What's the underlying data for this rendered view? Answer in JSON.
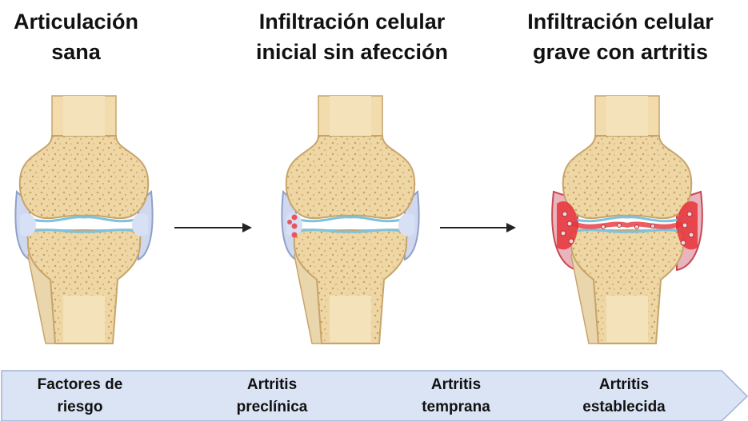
{
  "titles": {
    "healthy": [
      "Articulación",
      "sana"
    ],
    "initial": [
      "Infiltración celular",
      "inicial sin afección"
    ],
    "severe": [
      "Infiltración celular",
      "grave con artritis"
    ]
  },
  "stages": [
    [
      "Factores de",
      "riesgo"
    ],
    [
      "Artritis",
      "preclínica"
    ],
    [
      "Artritis",
      "temprana"
    ],
    [
      "Artritis",
      "establecida"
    ]
  ],
  "colors": {
    "bone": "#f2dcae",
    "bone_edge": "#c7a46a",
    "synovium": "#cfd8ee",
    "cartilage": "#9ad2e6",
    "inflammation": "#e8333a",
    "arrow_band": "#dbe4f5"
  }
}
